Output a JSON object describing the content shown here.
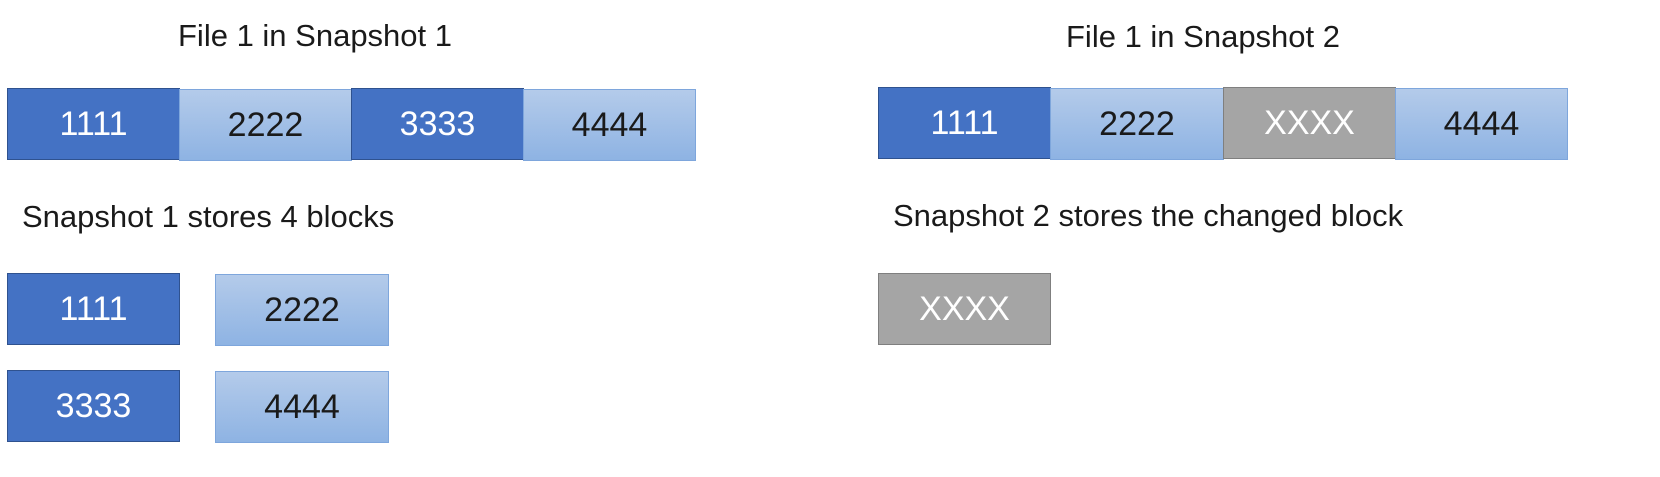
{
  "snapshot1": {
    "title": "File 1 in Snapshot 1",
    "file_blocks": [
      "1111",
      "2222",
      "3333",
      "4444"
    ],
    "caption": "Snapshot 1 stores 4 blocks",
    "stored_blocks": [
      "1111",
      "2222",
      "3333",
      "4444"
    ]
  },
  "snapshot2": {
    "title": "File 1 in Snapshot 2",
    "file_blocks": [
      "1111",
      "2222",
      "XXXX",
      "4444"
    ],
    "caption": "Snapshot 2 stores the changed block",
    "stored_blocks": [
      "XXXX"
    ]
  },
  "colors": {
    "original_block_dark": "#4472c4",
    "original_block_light": "#9dbde6",
    "changed_block": "#a5a5a5"
  }
}
